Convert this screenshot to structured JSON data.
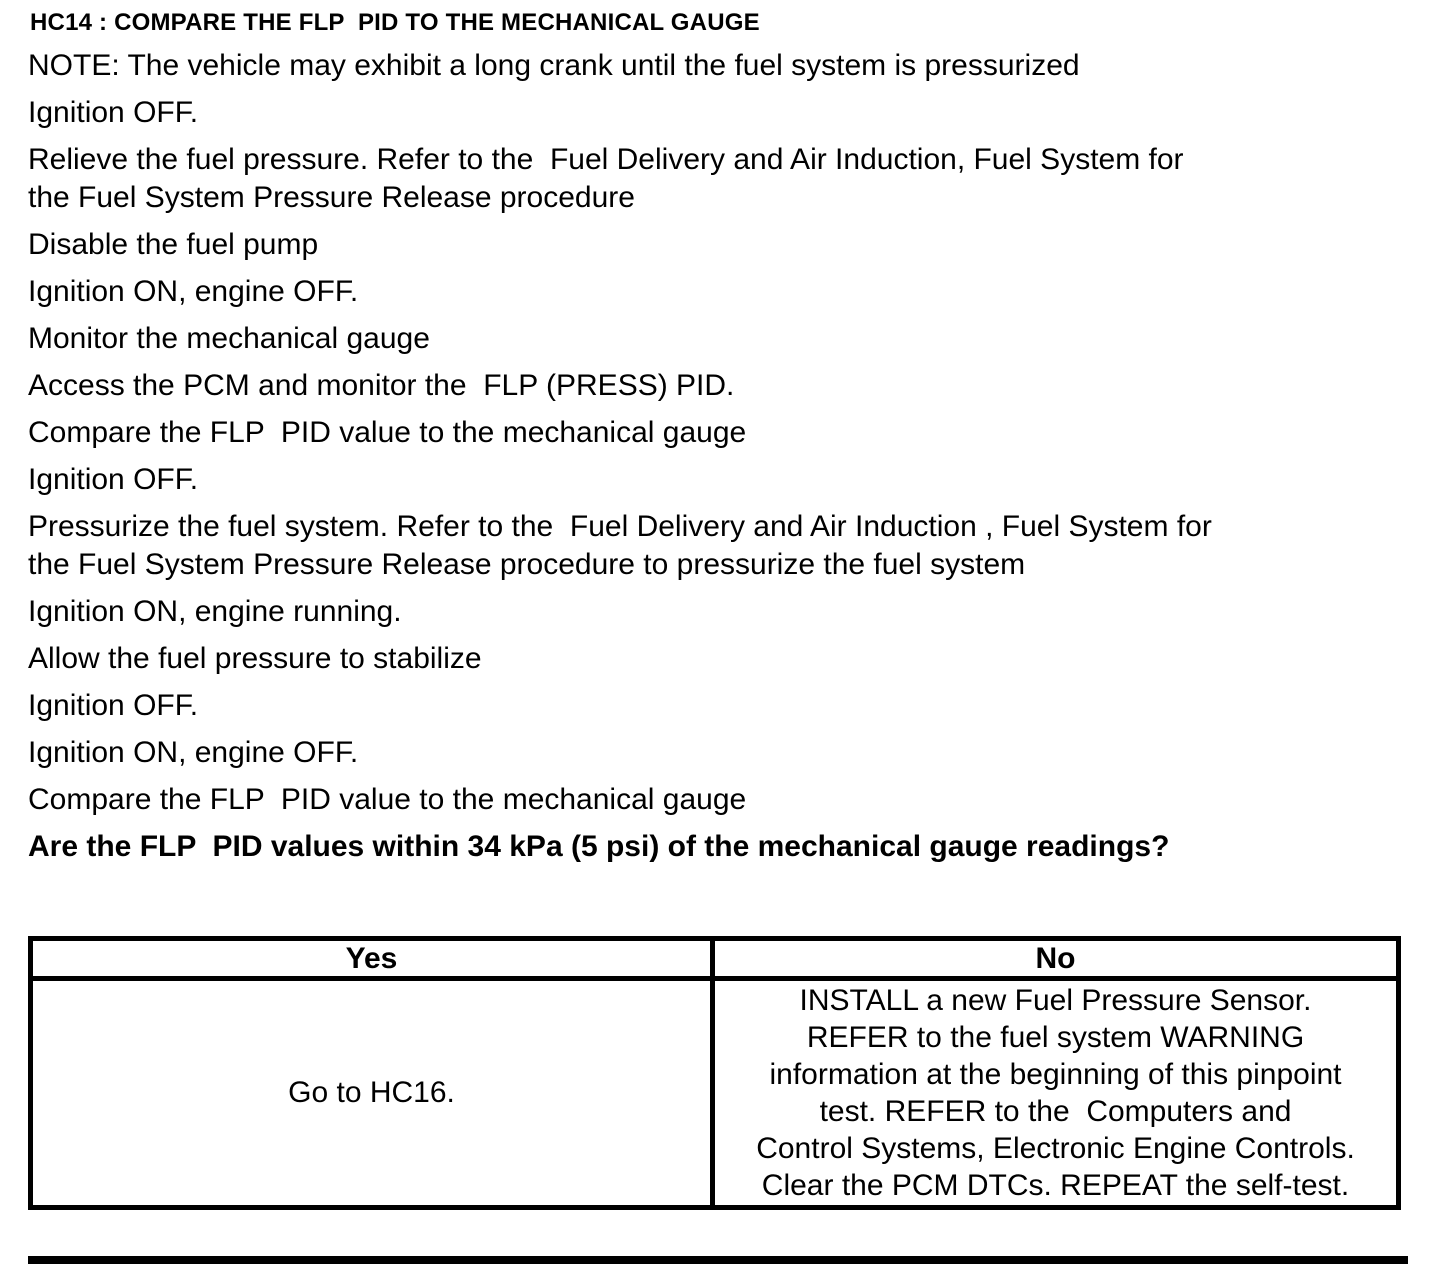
{
  "page": {
    "title": "HC14 : COMPARE THE FLP  PID TO THE MECHANICAL GAUGE",
    "steps": [
      "NOTE: The vehicle may exhibit a long crank until the fuel system is pressurized",
      "Ignition OFF.",
      "Relieve the fuel pressure. Refer to the  Fuel Delivery and Air Induction, Fuel System for\nthe Fuel System Pressure Release procedure",
      "Disable the fuel pump",
      "Ignition ON, engine OFF.",
      "Monitor the mechanical gauge",
      "Access the PCM and monitor the  FLP (PRESS) PID.",
      "Compare the FLP  PID value to the mechanical gauge",
      "Ignition OFF.",
      "Pressurize the fuel system. Refer to the  Fuel Delivery and Air Induction , Fuel System for\nthe Fuel System Pressure Release procedure to pressurize the fuel system",
      "Ignition ON, engine running.",
      "Allow the fuel pressure to stabilize",
      "Ignition OFF.",
      "Ignition ON, engine OFF.",
      "Compare the FLP  PID value to the mechanical gauge"
    ],
    "question": "Are the FLP  PID values within 34 kPa (5 psi) of the mechanical gauge readings?",
    "result_table": {
      "headers": [
        "Yes",
        "No"
      ],
      "yes_action": "Go to HC16.",
      "no_action": "INSTALL a new Fuel Pressure Sensor.\nREFER to the fuel system WARNING\ninformation at the beginning of this pinpoint\ntest. REFER to the  Computers and\nControl Systems, Electronic Engine Controls.\nClear the PCM DTCs. REPEAT the self-test."
    }
  }
}
